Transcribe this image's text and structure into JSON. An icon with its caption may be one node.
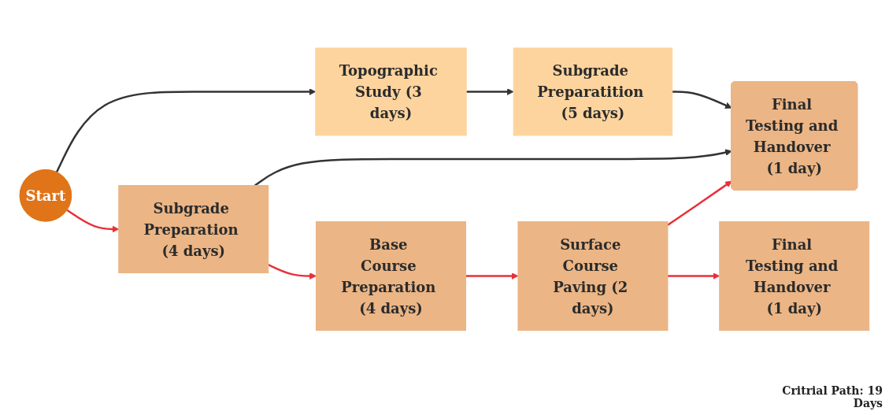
{
  "diagram": {
    "nodes": [
      {
        "text": [
          "Start"
        ]
      },
      {
        "text": [
          "Topographic Study (3 days)"
        ]
      },
      {
        "text": [
          "Subgrade Preparatition (5 days)"
        ]
      },
      {
        "text": [
          "Subgrade Preparation (4 days)"
        ]
      },
      {
        "text": [
          "Final Testing and Handover (1 day)"
        ]
      },
      {
        "text": [
          "Final Testing and Handover (1 day)"
        ]
      },
      {
        "text": [
          "Base Course Preparation (4 days)"
        ]
      },
      {
        "text": [
          "Surface Course Paving (2 days)"
        ]
      }
    ],
    "edges": [
      {
        "from": 0,
        "to": 1,
        "arrow": "to",
        "color": "#333333"
      },
      {
        "from": 1,
        "to": 2,
        "arrow": "to",
        "color": "#333333"
      },
      {
        "from": 2,
        "to": 4,
        "arrow": "to",
        "color": "#333333"
      },
      {
        "from": 0,
        "to": 3,
        "arrow": "to"
      },
      {
        "from": 3,
        "to": 4,
        "arrow": "to",
        "color": "#333333"
      },
      {
        "from": 3,
        "to": 6,
        "arrow": "to"
      },
      {
        "from": 6,
        "to": 7,
        "arrow": "to"
      },
      {
        "from": 7,
        "to": 4,
        "arrow": "to"
      },
      {
        "from": 7,
        "to": 5,
        "arrow": "to"
      }
    ],
    "labels": [
      "Critrial Path: 19 Days"
    ]
  }
}
